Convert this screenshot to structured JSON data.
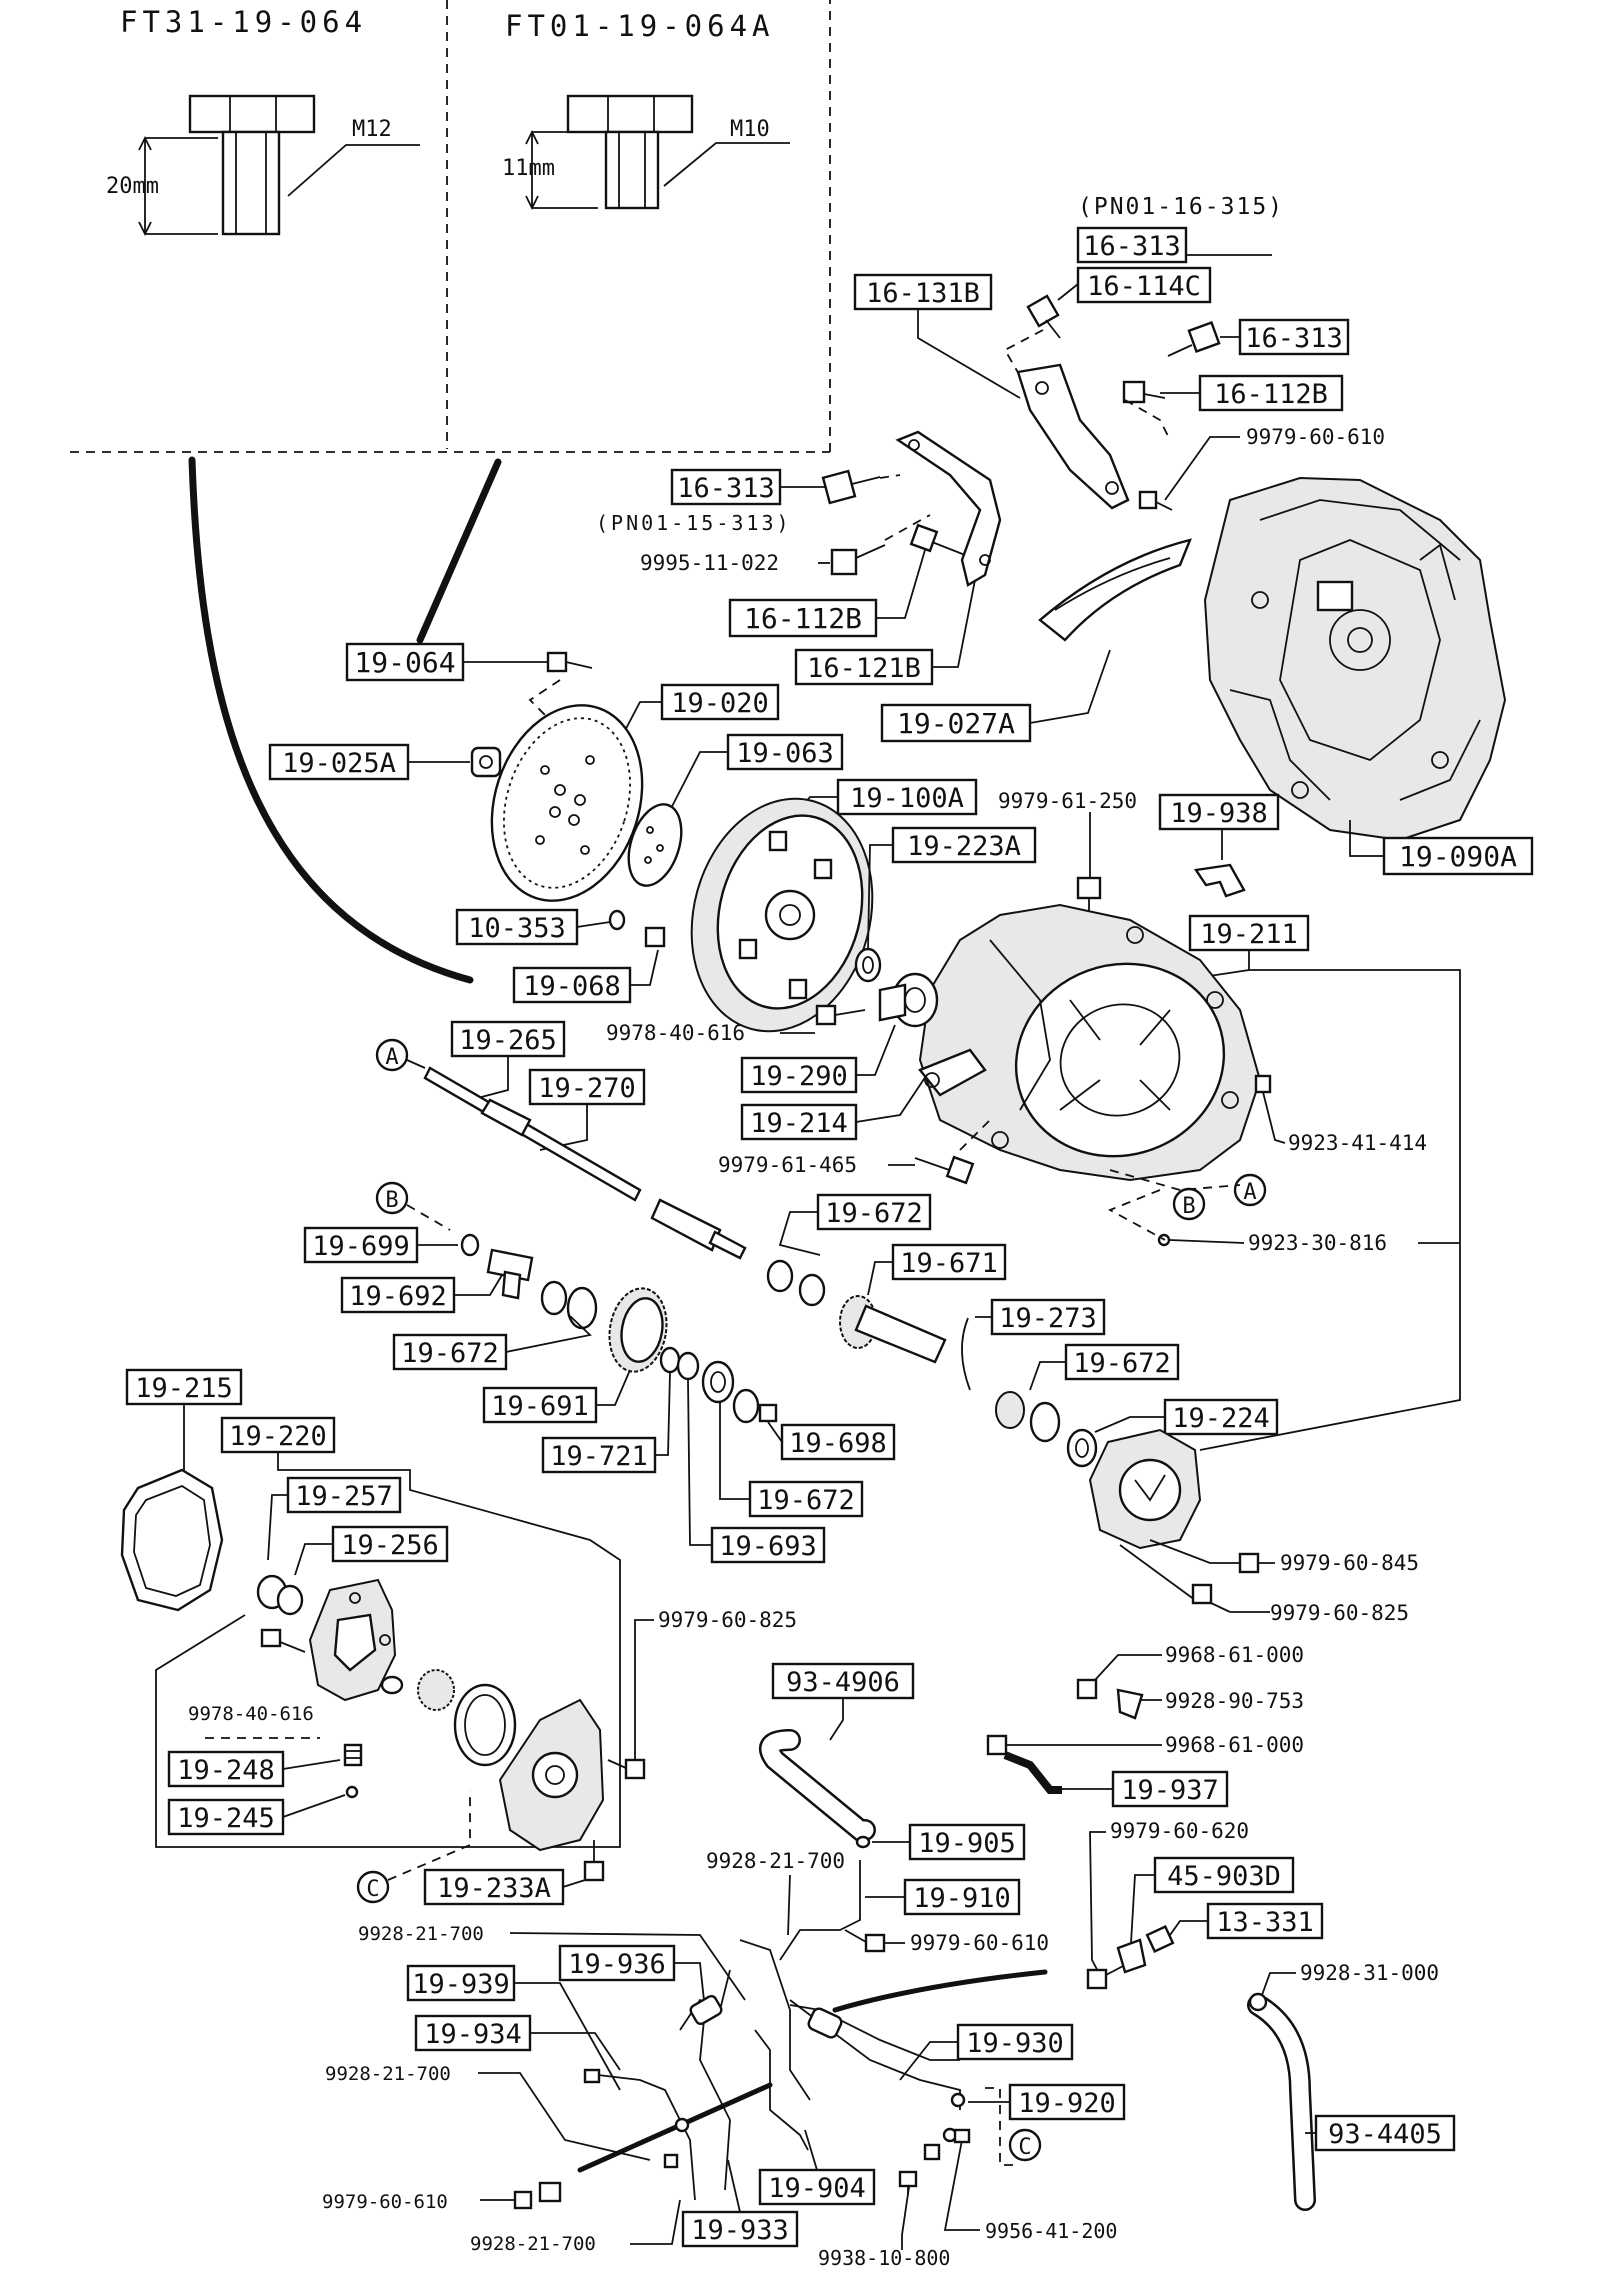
{
  "inset": {
    "left_code": "FT31-19-064",
    "left_thread": "M12",
    "left_length": "20mm",
    "right_code": "FT01-19-064A",
    "right_thread": "M10",
    "right_length": "11mm"
  },
  "refs": {
    "pn_16_315": "(PN01-16-315)",
    "pn_15_313": "(PN01-15-313)"
  },
  "circles": {
    "a": "A",
    "b": "B",
    "c": "C"
  },
  "boxed": {
    "b16_313_top": "16-313",
    "b16_114c": "16-114C",
    "b16_131b": "16-131B",
    "b16_313_right": "16-313",
    "b16_112b_right": "16-112B",
    "b16_313_left": "16-313",
    "b16_112b_left": "16-112B",
    "b16_121b": "16-121B",
    "b19_027a": "19-027A",
    "b19_064": "19-064",
    "b19_020": "19-020",
    "b19_025a": "19-025A",
    "b19_063": "19-063",
    "b19_100a": "19-100A",
    "b19_938": "19-938",
    "b19_223a": "19-223A",
    "b19_090a": "19-090A",
    "b19_211": "19-211",
    "b10_353": "10-353",
    "b19_068": "19-068",
    "b19_265": "19-265",
    "b19_270": "19-270",
    "b19_290": "19-290",
    "b19_214": "19-214",
    "b19_672_a": "19-672",
    "b19_671": "19-671",
    "b19_699": "19-699",
    "b19_692": "19-692",
    "b19_672_b": "19-672",
    "b19_273": "19-273",
    "b19_672_c": "19-672",
    "b19_691": "19-691",
    "b19_224": "19-224",
    "b19_215": "19-215",
    "b19_721": "19-721",
    "b19_698": "19-698",
    "b19_220": "19-220",
    "b19_672_d": "19-672",
    "b19_257": "19-257",
    "b19_693": "19-693",
    "b19_256": "19-256",
    "b19_248": "19-248",
    "b19_245": "19-245",
    "b19_233a": "19-233A",
    "b93_4906": "93-4906",
    "b19_937": "19-937",
    "b19_905": "19-905",
    "b19_910": "19-910",
    "b45_903d": "45-903D",
    "b13_331": "13-331",
    "b19_936": "19-936",
    "b19_939": "19-939",
    "b19_934": "19-934",
    "b19_930": "19-930",
    "b19_920": "19-920",
    "b19_904": "19-904",
    "b19_933": "19-933",
    "b93_4405": "93-4405"
  },
  "plain": {
    "p9979_60_610_top": "9979-60-610",
    "p9995_11_022": "9995-11-022",
    "p9979_61_250": "9979-61-250",
    "p9978_40_616_a": "9978-40-616",
    "p9923_41_414": "9923-41-414",
    "p9979_61_465": "9979-61-465",
    "p9923_30_816": "9923-30-816",
    "p9979_60_845": "9979-60-845",
    "p9979_60_825_right": "9979-60-825",
    "p9979_60_825_left": "9979-60-825",
    "p9978_40_616_b": "9978-40-616",
    "p9968_61_000_a": "9968-61-000",
    "p9928_90_753": "9928-90-753",
    "p9968_61_000_b": "9968-61-000",
    "p9928_21_700_a": "9928-21-700",
    "p9979_60_620": "9979-60-620",
    "p9928_21_700_b": "9928-21-700",
    "p9979_60_610_mid": "9979-60-610",
    "p9928_31_000": "9928-31-000",
    "p9928_21_700_c": "9928-21-700",
    "p9979_60_610_bottom": "9979-60-610",
    "p9956_41_200": "9956-41-200",
    "p9928_21_700_d": "9928-21-700",
    "p9938_10_800": "9938-10-800"
  }
}
